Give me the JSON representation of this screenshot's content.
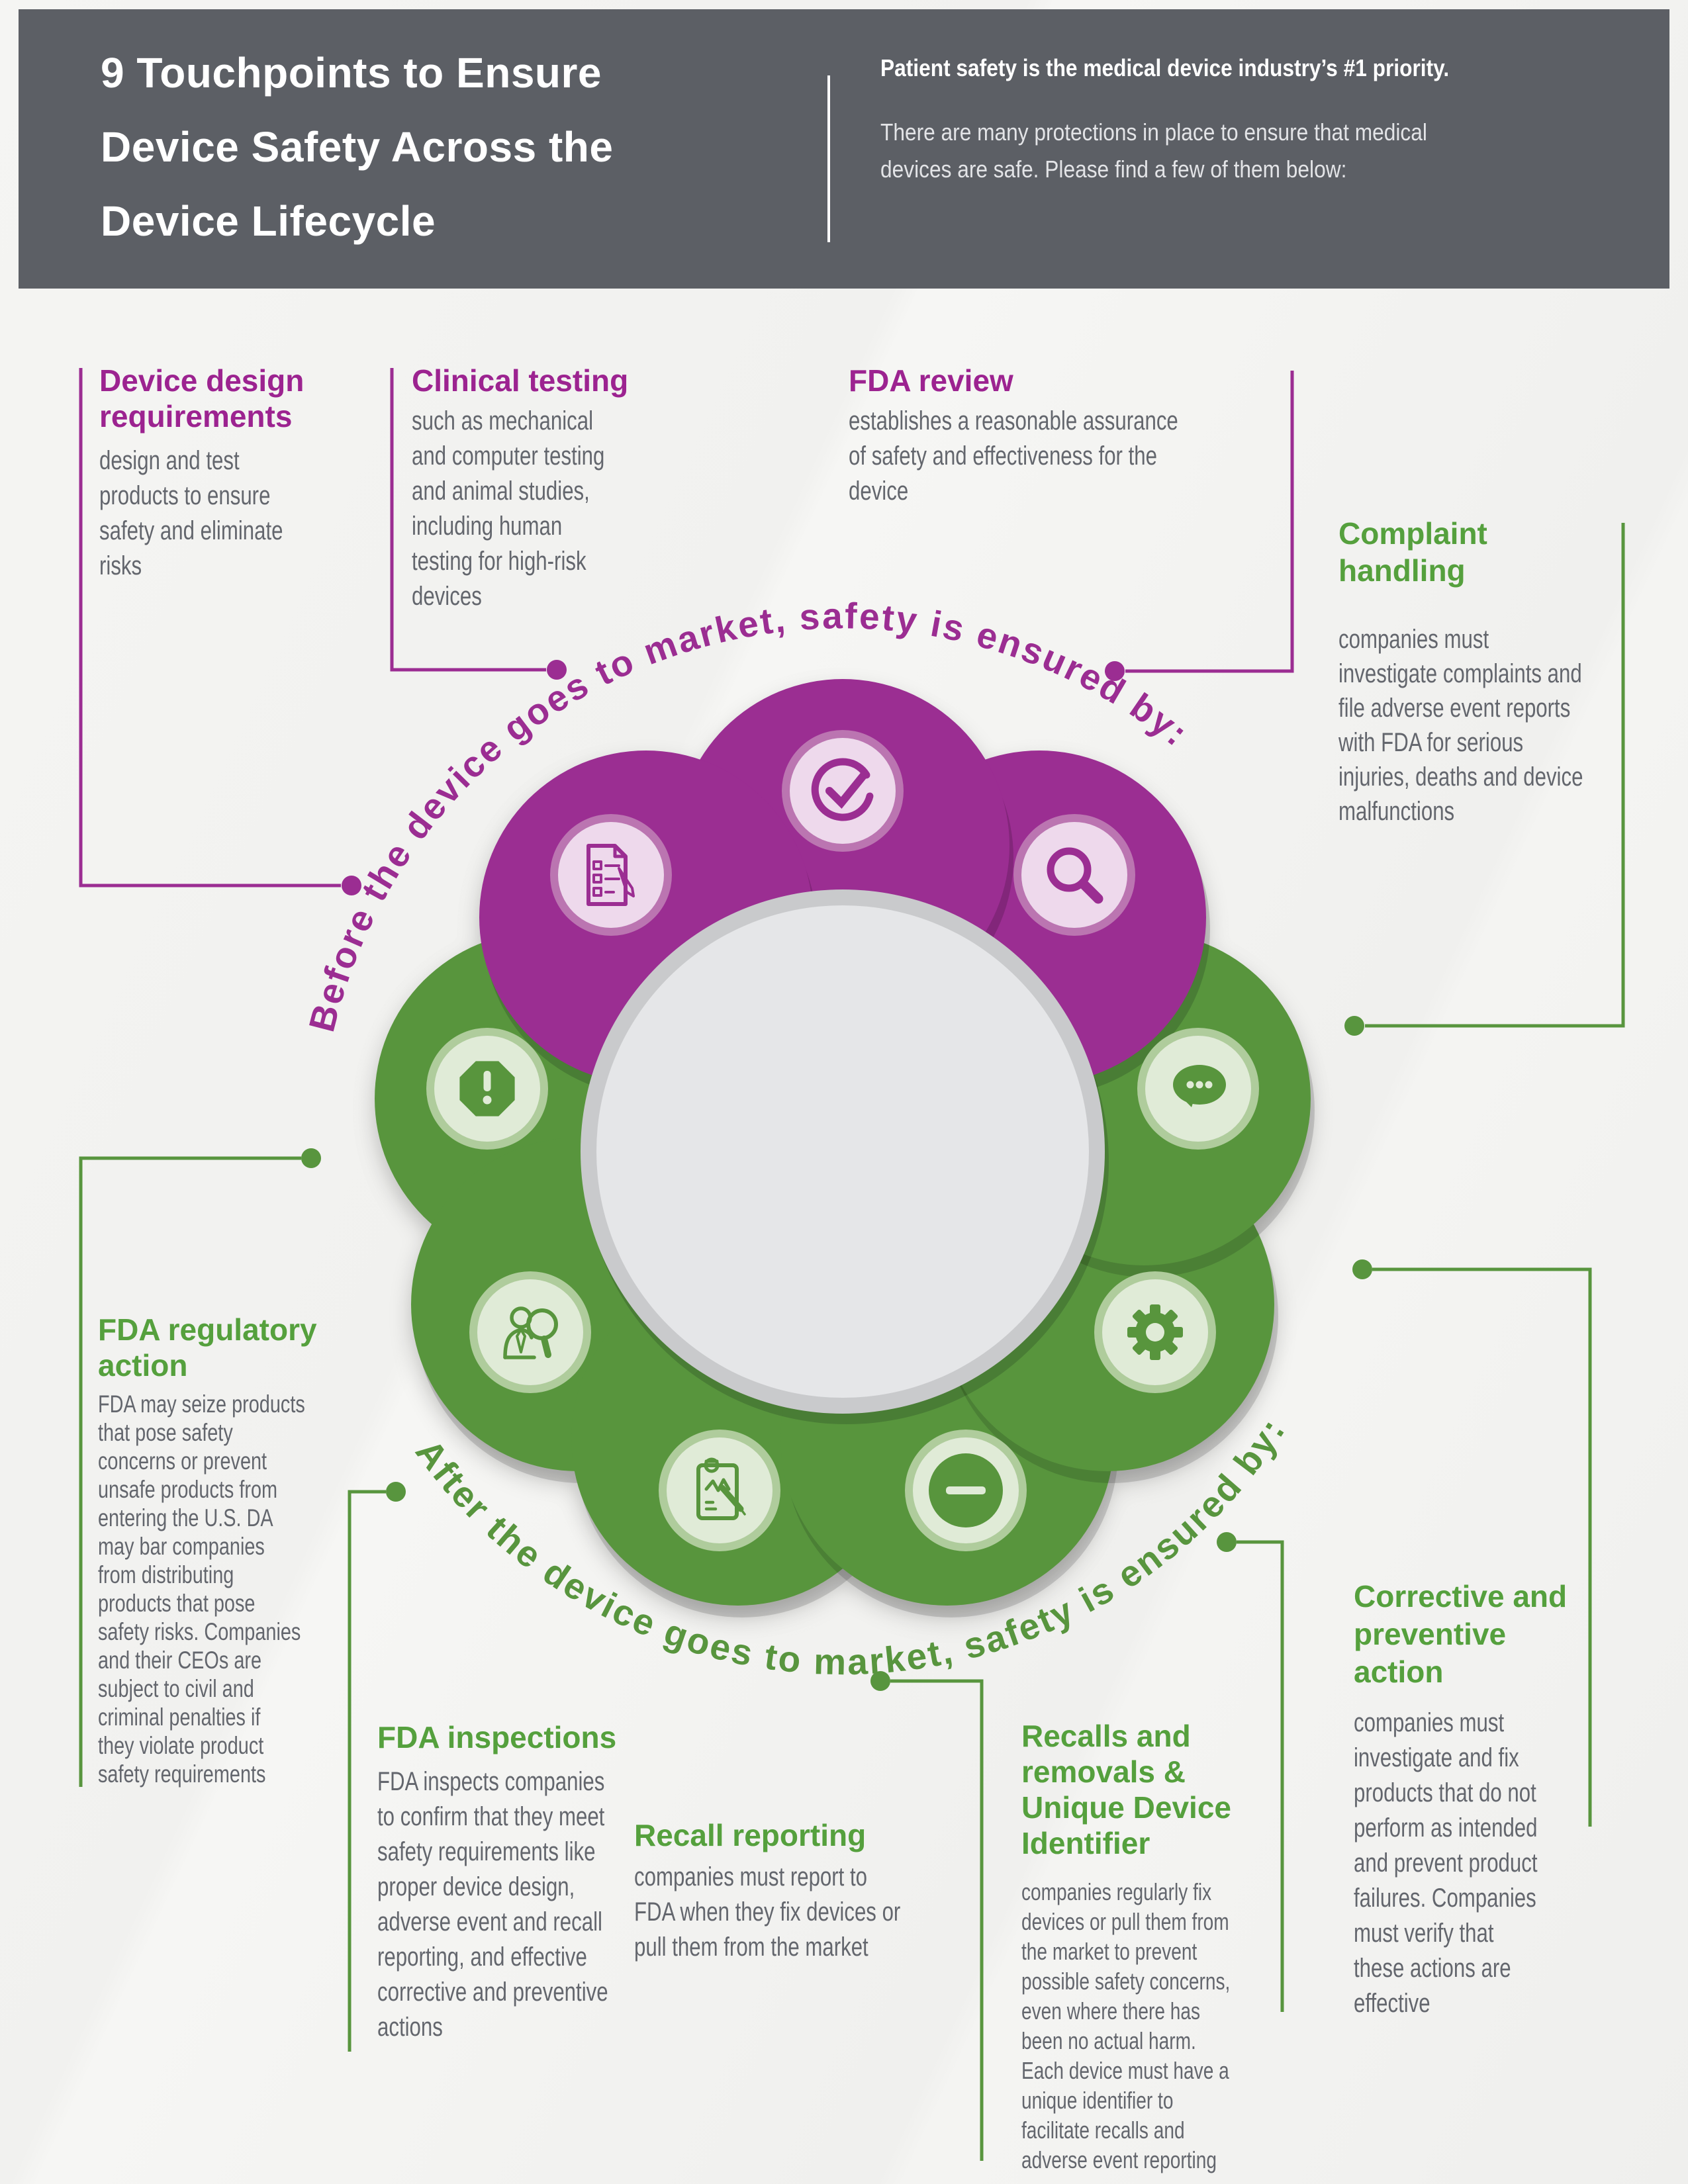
{
  "header": {
    "title": "9 Touchpoints to Ensure\nDevice Safety Across the\nDevice Lifecycle",
    "tagline": "Patient safety is the medical device industry’s #1 priority.",
    "intro": "There are many protections in place to ensure that medical\ndevices are safe. Please find a few of them below:"
  },
  "wheel": {
    "before_label": {
      "bold": "Before",
      "rest": " the device goes to market, safety is ensured by:"
    },
    "after_label": {
      "bold": "After",
      "rest": " the device goes to market, safety is ensured by:"
    }
  },
  "touchpoints": [
    {
      "id": "device-design",
      "phase": "before",
      "icon": "document-checklist-icon",
      "heading": "Device design\nrequirements",
      "body": "design and test\nproducts to ensure\nsafety and eliminate\nrisks"
    },
    {
      "id": "clinical-testing",
      "phase": "before",
      "icon": "check-circle-icon",
      "heading": "Clinical testing",
      "body": "such as mechanical\nand computer testing\nand animal studies,\nincluding human\ntesting for high-risk\ndevices"
    },
    {
      "id": "fda-review",
      "phase": "before",
      "icon": "magnifier-icon",
      "heading": "FDA review",
      "body": "establishes a reasonable assurance\nof safety and effectiveness for the\ndevice"
    },
    {
      "id": "complaint-handling",
      "phase": "after",
      "icon": "chat-bubble-icon",
      "heading": "Complaint\nhandling",
      "body": "companies must\ninvestigate complaints and\nfile adverse event reports\nwith FDA for serious\ninjuries, deaths and device\nmalfunctions"
    },
    {
      "id": "fda-regulatory-action",
      "phase": "after",
      "icon": "stop-octagon-icon",
      "heading": "FDA regulatory\naction",
      "body": "FDA may seize products\nthat pose safety\nconcerns or prevent\nunsafe products from\nentering the U.S. DA\nmay bar companies\nfrom distributing\nproducts that pose\nsafety risks. Companies\nand their CEOs are\nsubject to civil and\ncriminal penalties if\nthey violate product\nsafety requirements"
    },
    {
      "id": "fda-inspections",
      "phase": "after",
      "icon": "inspector-magnifier-icon",
      "heading": "FDA inspections",
      "body": "FDA inspects companies\nto confirm that they meet\nsafety requirements like\nproper device design,\nadverse event and recall\nreporting, and effective\ncorrective and preventive\nactions"
    },
    {
      "id": "recall-reporting",
      "phase": "after",
      "icon": "clipboard-chart-icon",
      "heading": "Recall reporting",
      "body": "companies must report to\nFDA when they fix devices or\npull them from the market"
    },
    {
      "id": "recalls-removals-udi",
      "phase": "after",
      "icon": "minus-circle-icon",
      "heading": "Recalls and\nremovals &\nUnique Device\nIdentifier",
      "body": "companies regularly fix\ndevices or pull them from\nthe market to prevent\npossible safety concerns,\neven where there has\nbeen no actual harm.\nEach device must have a\nunique identifier to\nfacilitate recalls and\nadverse event reporting"
    },
    {
      "id": "corrective-preventive",
      "phase": "after",
      "icon": "gear-icon",
      "heading": "Corrective and\npreventive\naction",
      "body": "companies must\ninvestigate and fix\nproducts that do not\nperform as intended\nand prevent product\nfailures. Companies\nmust verify that\nthese actions are\neffective"
    }
  ],
  "colors": {
    "header_bar": "#5c5f65",
    "purple": "#9b2d92",
    "purple_dark_shadow": "#7c1a72",
    "purple_pale": "#eed9ec",
    "purple_halo": "#bb74b1",
    "green": "#58953e",
    "green_dark_shadow": "#49772f",
    "green_pale": "#e0ebd7",
    "green_halo": "#afcc9c",
    "heading_purple": "#9c2390",
    "heading_green": "#55a03d",
    "body_gray": "#63666d",
    "center_fill": "#e5e6e8",
    "center_ring": "#c9cacc",
    "background": "#f3f3f1"
  }
}
